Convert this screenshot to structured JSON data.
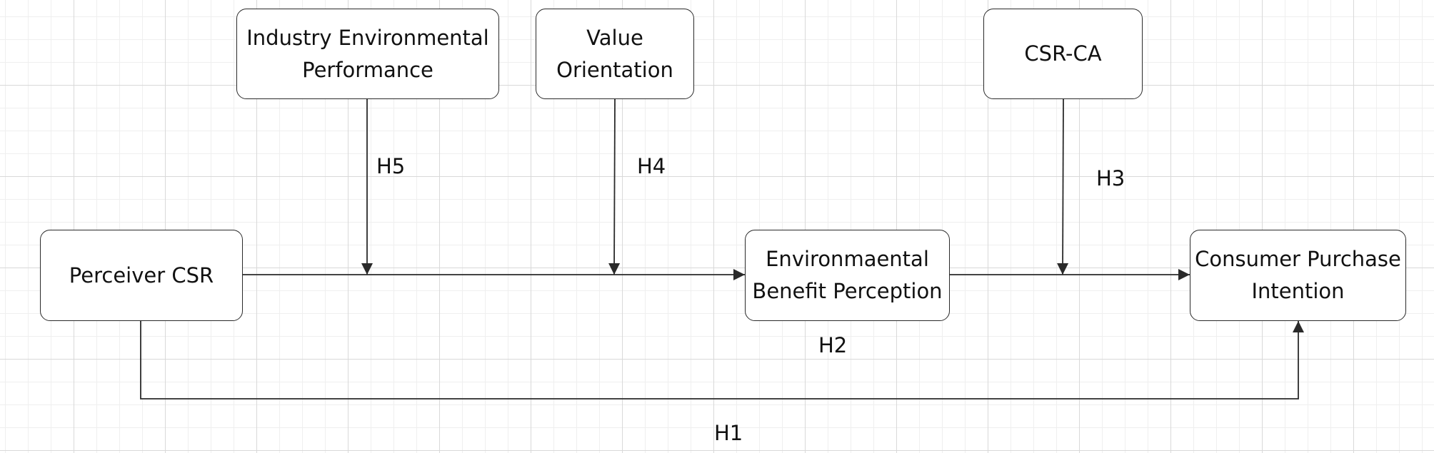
{
  "nodes": {
    "perceived_csr": "Perceiver CSR",
    "environmental_benefit": "Environmaental Benefit Perception",
    "purchase_intention": "Consumer Purchase Intention",
    "industry_performance": "Industry Environmental Performance",
    "value_orientation": "Value Orientation",
    "csr_ca": "CSR-CA"
  },
  "hypotheses": {
    "h1": "H1",
    "h2": "H2",
    "h3": "H3",
    "h4": "H4",
    "h5": "H5"
  },
  "colors": {
    "stroke": "#2a2a2a",
    "text": "#111111",
    "grid_major": "#d9d9d9",
    "grid_minor": "#efefef",
    "node_fill": "#ffffff"
  }
}
